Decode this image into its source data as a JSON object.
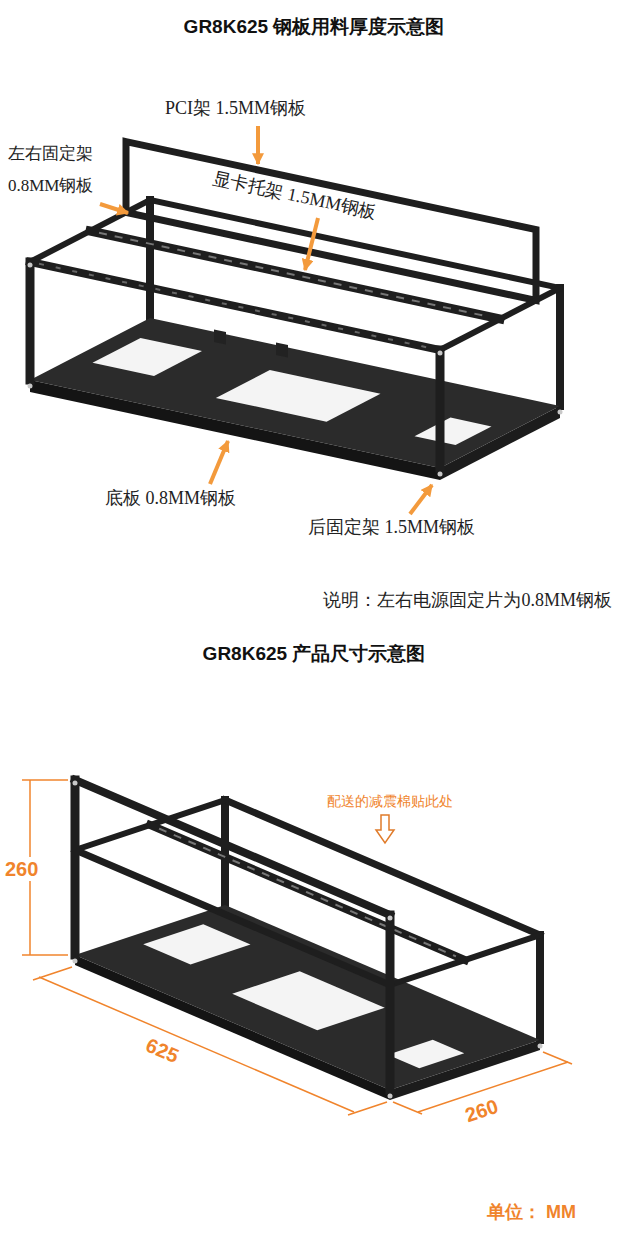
{
  "diagram": {
    "title": "GR8K625 钢板用料厚度示意图",
    "labels": [
      "PCI架 1.5MM钢板",
      "左右固定架 0.8MM钢板",
      "显卡托架 1.5MM钢板",
      "底板 0.8MM钢板",
      "后固定架 1.5MM钢板",
      "说明：左右电源固定片为0.8MM钢板",
      "GR8K625 产品尺寸示意图",
      "260",
      "配送的减震棉贴此处",
      "625",
      "260",
      "单位： MM"
    ]
  }
}
